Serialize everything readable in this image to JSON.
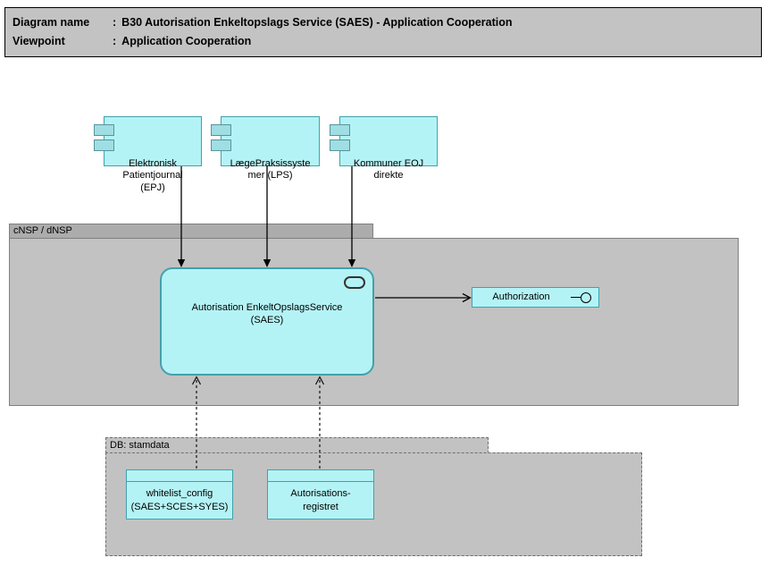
{
  "title_block": {
    "rows": [
      {
        "label": "Diagram name",
        "colon": ":",
        "value": "B30 Autorisation Enkeltopslags Service (SAES) - Application Cooperation"
      },
      {
        "label": "Viewpoint",
        "colon": ":",
        "value": "Application Cooperation"
      }
    ]
  },
  "applications": [
    {
      "label": "Elektronisk\nPatientjournal\n(EPJ)"
    },
    {
      "label": "LægePraksissyste\nmer (LPS)"
    },
    {
      "label": "Kommuner EOJ\ndirekte"
    }
  ],
  "groups": {
    "nsp": {
      "label": "cNSP / dNSP"
    },
    "db": {
      "label": "DB: stamdata"
    }
  },
  "service": {
    "label": "Autorisation EnkeltOpslagsService\n(SAES)"
  },
  "interface": {
    "label": "Authorization"
  },
  "data_objects": [
    {
      "label": "whitelist_config\n(SAES+SCES+SYES)"
    },
    {
      "label": "Autorisations-\nregistret"
    }
  ],
  "relations": [
    {
      "from": "Elektronisk Patientjournal (EPJ)",
      "to": "Autorisation EnkeltOpslagsService (SAES)",
      "style": "solid-filled-arrow"
    },
    {
      "from": "LægePraksissystemer (LPS)",
      "to": "Autorisation EnkeltOpslagsService (SAES)",
      "style": "solid-filled-arrow"
    },
    {
      "from": "Kommuner EOJ direkte",
      "to": "Autorisation EnkeltOpslagsService (SAES)",
      "style": "solid-filled-arrow"
    },
    {
      "from": "Autorisation EnkeltOpslagsService (SAES)",
      "to": "Authorization",
      "style": "solid-open-arrow"
    },
    {
      "from": "whitelist_config (SAES+SCES+SYES)",
      "to": "Autorisation EnkeltOpslagsService (SAES)",
      "style": "dashed-open-arrow"
    },
    {
      "from": "Autorisationsregistret",
      "to": "Autorisation EnkeltOpslagsService (SAES)",
      "style": "dashed-open-arrow"
    }
  ],
  "colors": {
    "node_fill": "#B4F3F5",
    "node_border": "#44A0AB",
    "group_fill": "#C2C2C2",
    "group_tab_fill": "#ACACAC",
    "title_fill": "#C3C3C3",
    "arrow": "#000000"
  }
}
